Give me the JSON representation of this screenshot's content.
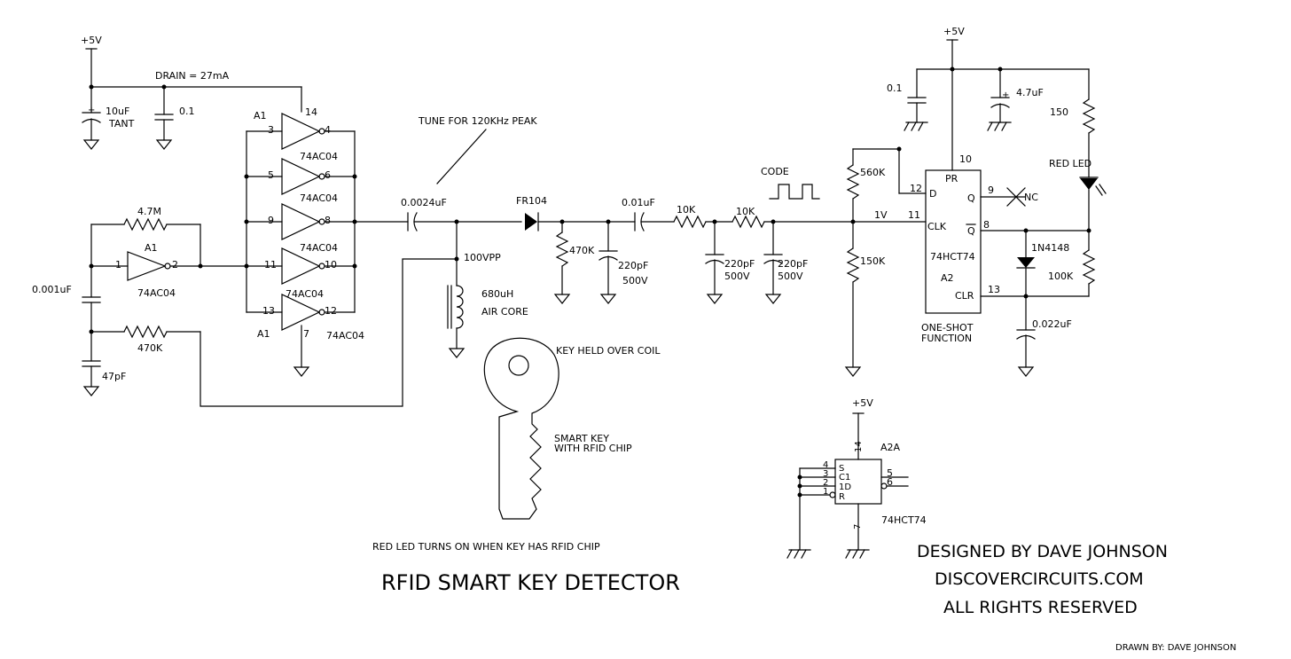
{
  "title": "RFID SMART KEY DETECTOR",
  "credits": {
    "designed_by": "DESIGNED BY DAVE JOHNSON",
    "site": "DISCOVERCIRCUITS.COM",
    "rights": "ALL RIGHTS RESERVED",
    "drawn_by": "DRAWN BY: DAVE JOHNSON"
  },
  "labels": {
    "vcc_left": "+5V",
    "vcc_right": "+5V",
    "vcc_bottom": "+5V",
    "drain": "DRAIN = 27mA",
    "c_10uf": "10uF",
    "c_10uf_type": "TANT",
    "c_01_left": "0.1",
    "r_47m": "4.7M",
    "a1_osc": "A1",
    "osc_pin1": "1",
    "osc_pin2": "2",
    "osc_part": "74AC04",
    "c_0001uf": "0.001uF",
    "r_470k_osc": "470K",
    "c_47pf": "47pF",
    "a1_top": "A1",
    "pin14": "14",
    "pin3": "3",
    "pin4": "4",
    "part_g1": "74AC04",
    "pin5": "5",
    "pin6": "6",
    "part_g2": "74AC04",
    "pin9": "9",
    "pin8": "8",
    "part_g3": "74AC04",
    "pin11": "11",
    "pin10": "10",
    "part_g4": "74AC04",
    "pin13": "13",
    "pin12": "12",
    "a1_bottom": "A1",
    "pin7": "7",
    "part_g5": "74AC04",
    "tune": "TUNE FOR 120KHz PEAK",
    "c_00024uf": "0.0024uF",
    "vpp": "100VPP",
    "l_680uh": "680uH",
    "air_core": "AIR CORE",
    "d_fr104": "FR104",
    "r_470k_det": "470K",
    "c_220pf_1": "220pF",
    "v_500_1": "500V",
    "c_001uf": "0.01uF",
    "r_10k_1": "10K",
    "r_10k_2": "10K",
    "c_220pf_2": "220pF",
    "v_500_2": "500V",
    "c_220pf_3": "220pF",
    "v_500_3": "500V",
    "code": "CODE",
    "r_560k": "560K",
    "v_1v": "1V",
    "r_150k": "150K",
    "c_01_right": "0.1",
    "c_47uf": "4.7uF",
    "r_150": "150",
    "red_led": "RED LED",
    "ff_pin10": "10",
    "ff_pr": "PR",
    "ff_pin12": "12",
    "ff_d": "D",
    "ff_q": "Q",
    "ff_pin9": "9",
    "nc": "NC",
    "ff_pin11": "11",
    "ff_clk": "CLK",
    "ff_qbar": "Q",
    "ff_pin8": "8",
    "d_1n4148": "1N4148",
    "ff_part": "74HCT74",
    "ff_ref": "A2",
    "r_100k": "100K",
    "ff_pin13": "13",
    "ff_clr": "CLR",
    "c_0022uf": "0.022uF",
    "one_shot_1": "ONE-SHOT",
    "one_shot_2": "FUNCTION",
    "key_held": "KEY HELD OVER COIL",
    "smart_key_1": "SMART KEY",
    "smart_key_2": "WITH RFID CHIP",
    "led_note": "RED LED TURNS ON WHEN KEY HAS RFID CHIP",
    "a2a_pin14": "14",
    "a2a_ref": "A2A",
    "a2a_pin4": "4",
    "a2a_s": "S",
    "a2a_pin3": "3",
    "a2a_c1": "C1",
    "a2a_pin2": "2",
    "a2a_1d": "1D",
    "a2a_pin1": "1",
    "a2a_r": "R",
    "a2a_pin5": "5",
    "a2a_pin6": "6",
    "a2a_pin7": "7",
    "a2a_part": "74HCT74"
  }
}
